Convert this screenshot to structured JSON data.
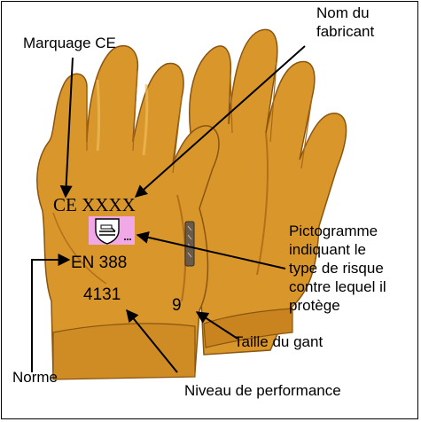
{
  "labels": {
    "ce_marking": "Marquage CE",
    "manufacturer": [
      "Nom du",
      "fabricant"
    ],
    "pictogram": [
      "Pictogramme",
      "indiquant le",
      "type de risque",
      "contre lequel il",
      "protège"
    ],
    "glove_size": "Taille du gant",
    "standard": "Norme",
    "performance": "Niveau de performance"
  },
  "glove_markings": {
    "ce": "CE XXXX",
    "norm": "EN 388",
    "performance_code": "4131",
    "size": "9"
  },
  "colors": {
    "leather": "#d9962a",
    "leather_shadow": "#b3701a",
    "leather_highlight": "#eebc5a",
    "pictogram_bg": "#f0a8e6",
    "arrow": "#000000"
  },
  "icons": {
    "pictogram": "mechanical-risk-shield-icon"
  }
}
